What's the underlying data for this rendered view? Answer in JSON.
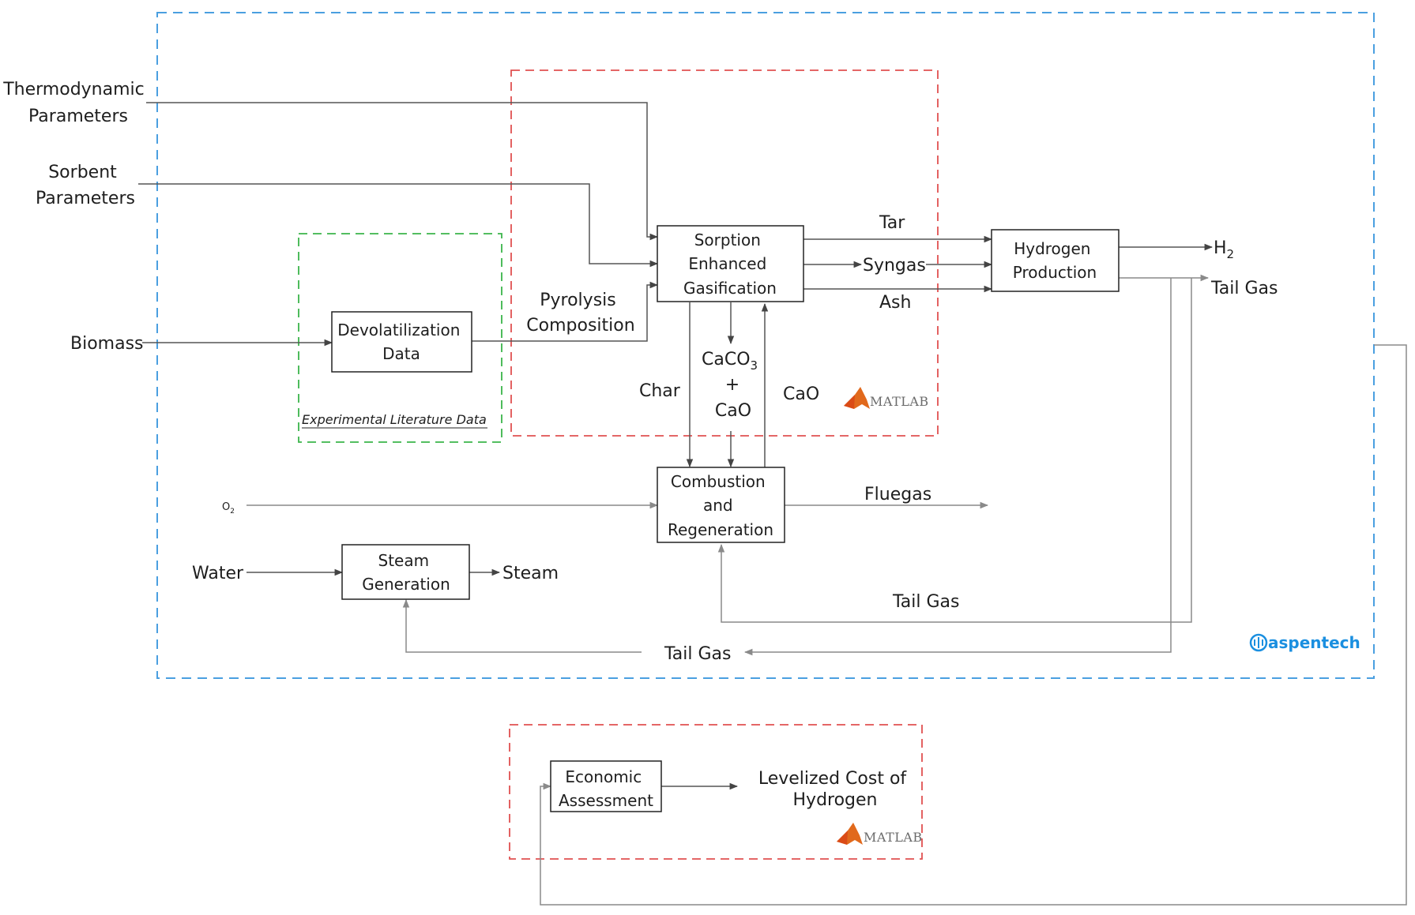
{
  "inputs": {
    "thermo": [
      "Thermodynamic",
      "Parameters"
    ],
    "sorbent": [
      "Sorbent",
      "Parameters"
    ],
    "biomass": "Biomass",
    "o2": "O",
    "o2_sub": "2",
    "water": "Water"
  },
  "boxes": {
    "devol": [
      "Devolatilization",
      "Data"
    ],
    "seg": [
      "Sorption",
      "Enhanced",
      "Gasification"
    ],
    "h2prod": [
      "Hydrogen",
      "Production"
    ],
    "comb": [
      "Combustion",
      "and",
      "Regeneration"
    ],
    "steam": [
      "Steam",
      "Generation"
    ],
    "econ": [
      "Economic",
      "Assessment"
    ]
  },
  "streams": {
    "tar": "Tar",
    "syngas": "Syngas",
    "ash": "Ash",
    "h2": "H",
    "h2_sub": "2",
    "tail_gas": "Tail Gas",
    "pyrolysis": [
      "Pyrolysis",
      "Composition"
    ],
    "char": "Char",
    "caco3": "CaCO",
    "caco3_sub": "3",
    "plus": "+",
    "cao": "CaO",
    "cao_return": "CaO",
    "fluegas": "Fluegas",
    "steam_out": "Steam",
    "tail_gas_comb": "Tail Gas",
    "tail_gas_steam": "Tail Gas",
    "lcoh": [
      "Levelized Cost of",
      "Hydrogen"
    ]
  },
  "regions": {
    "experimental": "Experimental Literature Data"
  },
  "logos": {
    "matlab": "MATLAB",
    "aspentech": "aspentech"
  },
  "colors": {
    "aspen_border": "#4a9fe0",
    "matlab_border": "#e05050",
    "experimental_border": "#3bb54a"
  }
}
